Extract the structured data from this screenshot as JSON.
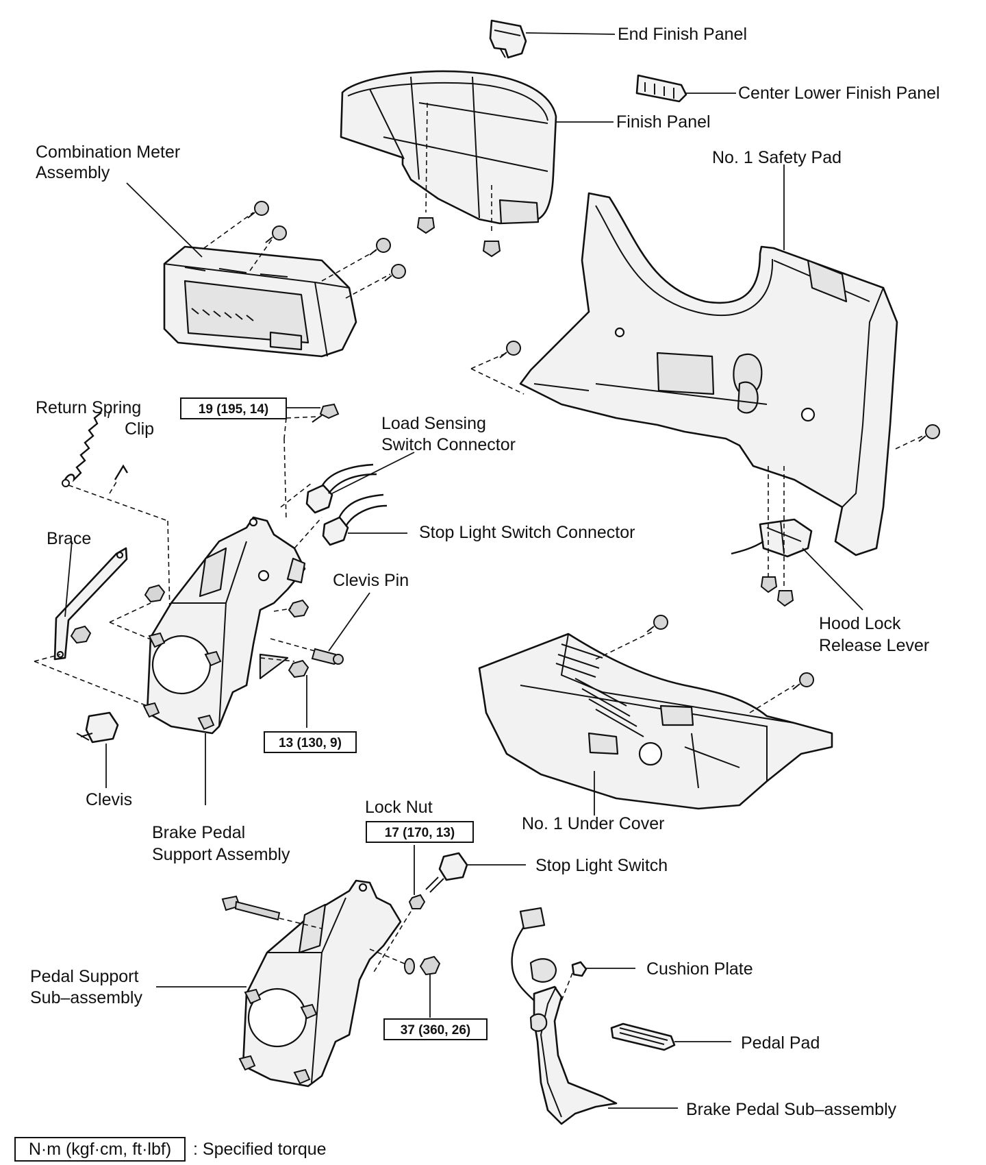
{
  "labels": {
    "end_finish_panel": "End Finish Panel",
    "center_lower_finish_panel": "Center Lower Finish Panel",
    "finish_panel": "Finish Panel",
    "combination_meter_1": "Combination Meter",
    "combination_meter_2": "Assembly",
    "no1_safety_pad": "No. 1 Safety Pad",
    "return_spring": "Return Spring",
    "clip": "Clip",
    "load_sensing_1": "Load Sensing",
    "load_sensing_2": "Switch Connector",
    "stop_light_switch_connector": "Stop Light Switch Connector",
    "brace": "Brace",
    "clevis_pin": "Clevis Pin",
    "hood_lock_1": "Hood Lock",
    "hood_lock_2": "Release Lever",
    "clevis": "Clevis",
    "brake_pedal_support_1": "Brake Pedal",
    "brake_pedal_support_2": "Support Assembly",
    "lock_nut": "Lock Nut",
    "no1_under_cover": "No. 1 Under Cover",
    "stop_light_switch": "Stop Light Switch",
    "pedal_support_sub_1": "Pedal Support",
    "pedal_support_sub_2": "Sub–assembly",
    "cushion_plate": "Cushion Plate",
    "pedal_pad": "Pedal Pad",
    "brake_pedal_sub": "Brake Pedal Sub–assembly"
  },
  "torques": {
    "t19": "19 (195, 14)",
    "t13": "13 (130, 9)",
    "t17": "17 (170, 13)",
    "t37": "37 (360, 26)"
  },
  "legend": {
    "unit": "N·m (kgf·cm, ft·lbf)",
    "text": ": Specified torque"
  }
}
